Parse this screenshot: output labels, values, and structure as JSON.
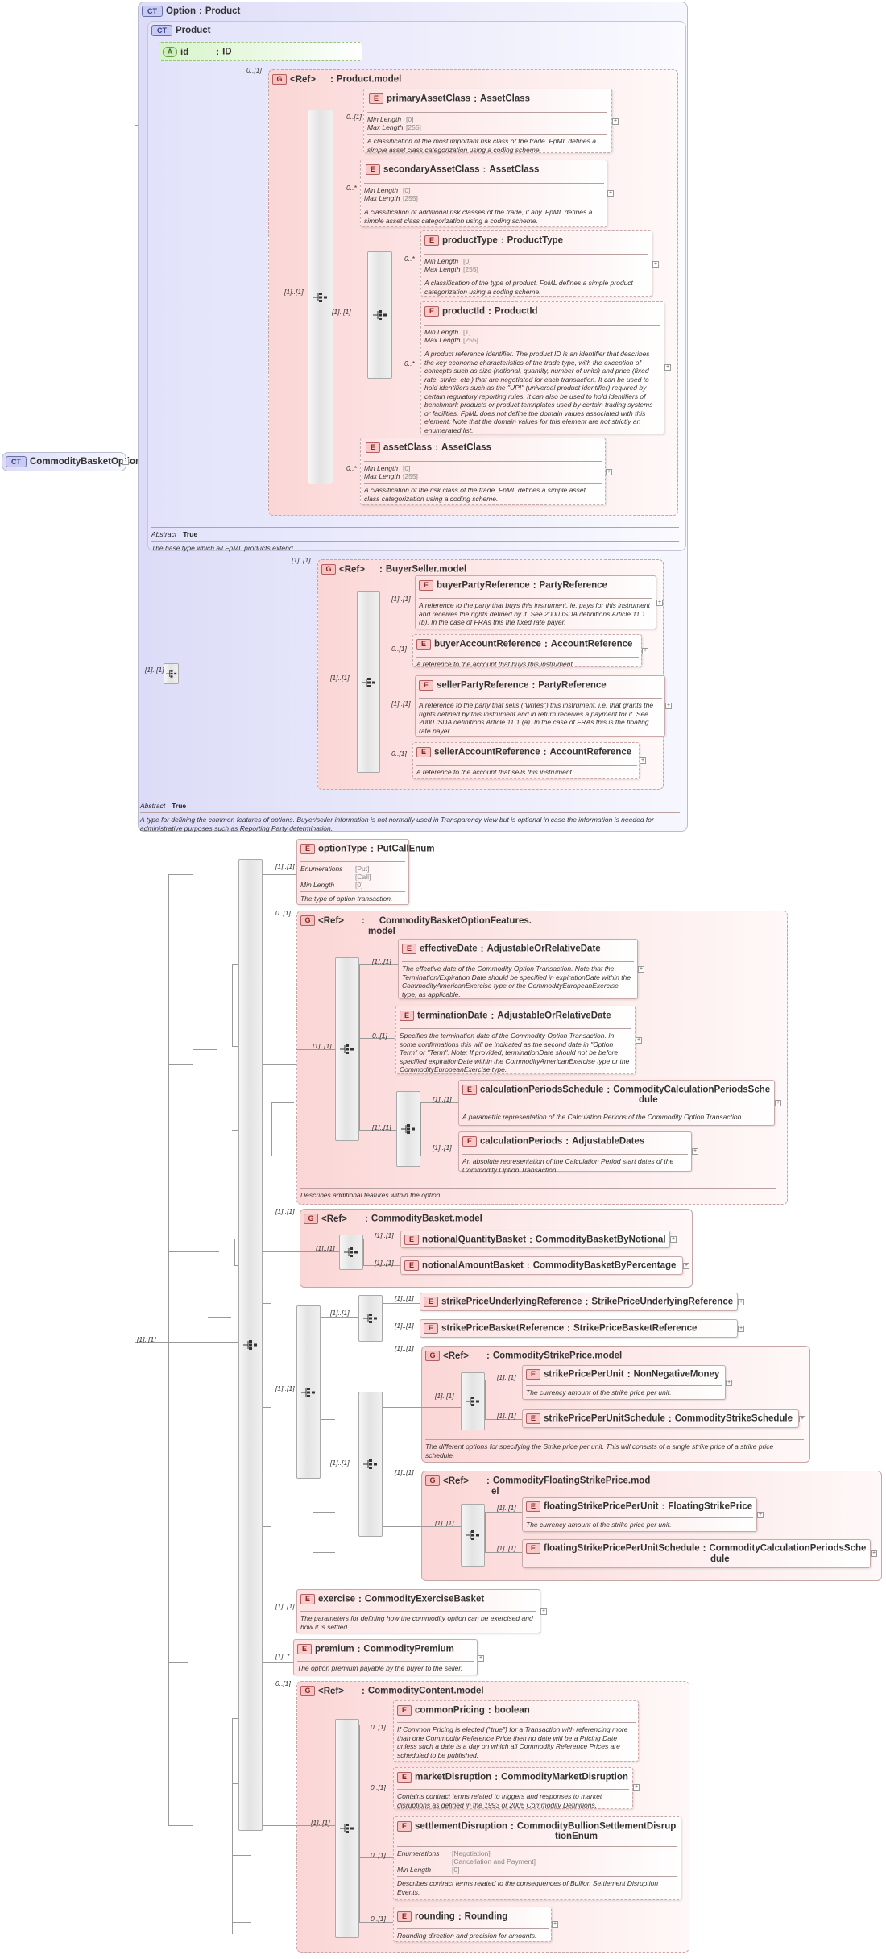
{
  "root": {
    "badge": "CT",
    "name": "CommodityBasketOption",
    "type": "Option"
  },
  "option_ct": {
    "badge": "CT",
    "name": "Option",
    "type": "Product",
    "abstract_label": "Abstract",
    "abstract_value": "True",
    "desc": "A type for defining the common features of options. Buyer/seller information is not normally used in Transparency view but is optional in case the information is needed for administrative purposes such as Reporting Party determination."
  },
  "product_ct": {
    "badge": "CT",
    "name": "Product",
    "abstract_label": "Abstract",
    "abstract_value": "True",
    "desc": "The base type which all FpML products extend."
  },
  "id_attr": {
    "badge": "A",
    "name": "id",
    "type": "ID"
  },
  "product_model": {
    "badge": "G",
    "ref": "<Ref>",
    "name": "Product.model",
    "card": "0..[1]"
  },
  "primaryAssetClass": {
    "name": "primaryAssetClass",
    "type": "AssetClass",
    "card": "0..[1]",
    "p1": "Min Length",
    "v1": "[0]",
    "p2": "Max Length",
    "v2": "[255]",
    "desc": "A classification of the most important risk class of the trade. FpML defines a simple asset class categorization using a coding scheme."
  },
  "secondaryAssetClass": {
    "name": "secondaryAssetClass",
    "type": "AssetClass",
    "card": "0..*",
    "p1": "Min Length",
    "v1": "[0]",
    "p2": "Max Length",
    "v2": "[255]",
    "desc": "A classification of additional risk classes of the trade, if any. FpML defines a simple asset class categorization using a coding scheme."
  },
  "productType": {
    "name": "productType",
    "type": "ProductType",
    "card": "0..*",
    "p1": "Min Length",
    "v1": "[0]",
    "p2": "Max Length",
    "v2": "[255]",
    "desc": "A classification of the type of product. FpML defines a simple product categorization using a coding scheme."
  },
  "productId": {
    "name": "productId",
    "type": "ProductId",
    "card": "0..*",
    "p1": "Min Length",
    "v1": "[1]",
    "p2": "Max Length",
    "v2": "[255]",
    "desc": "A product reference identifier. The product ID is an identifier that describes the key economic characteristics of the trade type, with the exception of concepts such as size (notional, quantity, number of units) and price (fixed rate, strike, etc.) that are negotiated for each transaction. It can be used to hold identifiers such as the \"UPI\" (universal product identifier) required by certain regulatory reporting rules. It can also be used to hold identifiers of benchmark products or product temnplates used by certain trading systems or facilities. FpML does not define the domain values associated with this element. Note that the domain values for this element are not strictly an enumerated list."
  },
  "assetClass": {
    "name": "assetClass",
    "type": "AssetClass",
    "card": "0..*",
    "p1": "Min Length",
    "v1": "[0]",
    "p2": "Max Length",
    "v2": "[255]",
    "desc": "A classification of the risk class of the trade. FpML defines a simple asset class categorization using a coding scheme."
  },
  "buyerSeller_model": {
    "badge": "G",
    "ref": "<Ref>",
    "name": "BuyerSeller.model",
    "card": "[1]..[1]"
  },
  "buyerPartyReference": {
    "name": "buyerPartyReference",
    "type": "PartyReference",
    "card": "[1]..[1]",
    "desc": "A reference to the party that buys this instrument, ie. pays for this instrument and receives the rights defined by it. See 2000 ISDA definitions Article 11.1 (b). In the case of FRAs this the fixed rate payer."
  },
  "buyerAccountReference": {
    "name": "buyerAccountReference",
    "type": "AccountReference",
    "card": "0..[1]",
    "desc": "A reference to the account that buys this instrument."
  },
  "sellerPartyReference": {
    "name": "sellerPartyReference",
    "type": "PartyReference",
    "card": "[1]..[1]",
    "desc": "A reference to the party that sells (\"writes\") this instrument, i.e. that grants the rights defined by this instrument and in return receives a payment for it. See 2000 ISDA definitions Article 11.1 (a). In the case of FRAs this is the floating rate payer."
  },
  "sellerAccountReference": {
    "name": "sellerAccountReference",
    "type": "AccountReference",
    "card": "0..[1]",
    "desc": "A reference to the account that sells this instrument."
  },
  "optionType": {
    "name": "optionType",
    "type": "PutCallEnum",
    "card": "[1]..[1]",
    "p1": "Enumerations",
    "v1": "[Put]",
    "v1b": "[Call]",
    "p2": "Min Length",
    "v2": "[0]",
    "desc": "The type of option transaction."
  },
  "features_model": {
    "badge": "G",
    "ref": "<Ref>",
    "name": "CommodityBasketOptionFeatures.",
    "name2": "model",
    "card": "0..[1]",
    "desc": "Describes additional features within the option."
  },
  "effectiveDate": {
    "name": "effectiveDate",
    "type": "AdjustableOrRelativeDate",
    "card": "[1]..[1]",
    "desc": "The effective date of the Commodity Option Transaction. Note that the Termination/Expiration Date should be specified in expirationDate within the CommodityAmericanExercise type or the CommodityEuropeanExercise type, as applicable."
  },
  "terminationDate": {
    "name": "terminationDate",
    "type": "AdjustableOrRelativeDate",
    "card": "0..[1]",
    "desc": "Specifies the termination date of the Commodity Option Transaction. In some confirmations this will be indicated as the second date in \"Option Term\" or \"Term\". Note: If provided, terminationDate should not be before specified expirationDate within the CommodityAmericanExercise type or the CommodityEuropeanExercise type."
  },
  "calculationPeriodsSchedule": {
    "name": "calculationPeriodsSchedule",
    "type": "CommodityCalculationPeriodsSche",
    "type2": "dule",
    "card": "[1]..[1]",
    "desc": "A parametric representation of the Calculation Periods of the Commodity Option Transaction."
  },
  "calculationPeriods": {
    "name": "calculationPeriods",
    "type": "AdjustableDates",
    "card": "[1]..[1]",
    "desc": "An absolute representation of the Calculation Period start dates of the Commodity Option Transaction."
  },
  "basket_model": {
    "badge": "G",
    "ref": "<Ref>",
    "name": "CommodityBasket.model",
    "card": "[1]..[1]"
  },
  "notionalQuantityBasket": {
    "name": "notionalQuantityBasket",
    "type": "CommodityBasketByNotional",
    "card": "[1]..[1]"
  },
  "notionalAmountBasket": {
    "name": "notionalAmountBasket",
    "type": "CommodityBasketByPercentage",
    "card": "[1]..[1]"
  },
  "strikePriceUnderlyingReference": {
    "name": "strikePriceUnderlyingReference",
    "type": "StrikePriceUnderlyingReference",
    "card": "[1]..[1]"
  },
  "strikePriceBasketReference": {
    "name": "strikePriceBasketReference",
    "type": "StrikePriceBasketReference",
    "card": "[1]..[1]"
  },
  "strikePrice_model": {
    "badge": "G",
    "ref": "<Ref>",
    "name": "CommodityStrikePrice.model",
    "card": "[1]..[1]",
    "desc": "The different options for specifying the Strike price per unit. This will consists of a single strike price of a strike price schedule."
  },
  "strikePricePerUnit": {
    "name": "strikePricePerUnit",
    "type": "NonNegativeMoney",
    "card": "[1]..[1]",
    "desc": "The currency amount of the strike price per unit."
  },
  "strikePricePerUnitSchedule": {
    "name": "strikePricePerUnitSchedule",
    "type": "CommodityStrikeSchedule",
    "card": "[1]..[1]"
  },
  "floatingStrike_model": {
    "badge": "G",
    "ref": "<Ref>",
    "name": "CommodityFloatingStrikePrice.mod",
    "name2": "el",
    "card": "[1]..[1]"
  },
  "floatingStrikePricePerUnit": {
    "name": "floatingStrikePricePerUnit",
    "type": "FloatingStrikePrice",
    "card": "[1]..[1]",
    "desc": "The currency amount of the strike price per unit."
  },
  "floatingStrikePricePerUnitSchedule": {
    "name": "floatingStrikePricePerUnitSchedule",
    "type": "CommodityCalculationPeriodsSche",
    "type2": "dule",
    "card": "[1]..[1]"
  },
  "exercise": {
    "name": "exercise",
    "type": "CommodityExerciseBasket",
    "card": "[1]..[1]",
    "desc": "The parameters for defining how the commodity option can be exercised and how it is settled."
  },
  "premium": {
    "name": "premium",
    "type": "CommodityPremium",
    "card": "[1]..*",
    "desc": "The option premium payable by the buyer to the seller."
  },
  "content_model": {
    "badge": "G",
    "ref": "<Ref>",
    "name": "CommodityContent.model",
    "card": "0..[1]"
  },
  "commonPricing": {
    "name": "commonPricing",
    "type": "boolean",
    "card": "0..[1]",
    "desc": "If Common Pricing is elected (\"true\") for a Transaction with referencing more than one Commodity Reference Price then no date will be a Pricing Date unless such a date is a day on which all Commodity Reference Prices are scheduled to be published."
  },
  "marketDisruption": {
    "name": "marketDisruption",
    "type": "CommodityMarketDisruption",
    "card": "0..[1]",
    "desc": "Contains contract terms related to triggers and responses to market disruptions as defined in the 1993 or 2005 Commodity Definitions."
  },
  "settlementDisruption": {
    "name": "settlementDisruption",
    "type": "CommodityBullionSettlementDisrup",
    "type2": "tionEnum",
    "card": "0..[1]",
    "p1": "Enumerations",
    "v1": "[Negotiation]",
    "v1b": "[Cancellation and Payment]",
    "p2": "Min Length",
    "v2": "[0]",
    "desc": "Describes contract terms related to the consequences of Bullion Settlement Disruption Events."
  },
  "rounding": {
    "name": "rounding",
    "type": "Rounding",
    "card": "0..[1]",
    "desc": "Rounding direction and precision for amounts."
  },
  "seq_cards": {
    "main": "[1]..[1]",
    "pm": "[1]..[1]",
    "pm_inner": "[1]..[1]",
    "bs": "[1]..[1]",
    "bs_outer": "[1]..[1]",
    "feat": "[1]..[1]",
    "feat_inner": "[1]..[1]",
    "basket": "[1]..[1]",
    "choice": "[1]..[1]",
    "choice_a": "[1]..[1]",
    "choice_b": "[1]..[1]",
    "sp": "[1]..[1]",
    "fsp": "[1]..[1]",
    "content": "[1]..[1]"
  },
  "sep": ":"
}
